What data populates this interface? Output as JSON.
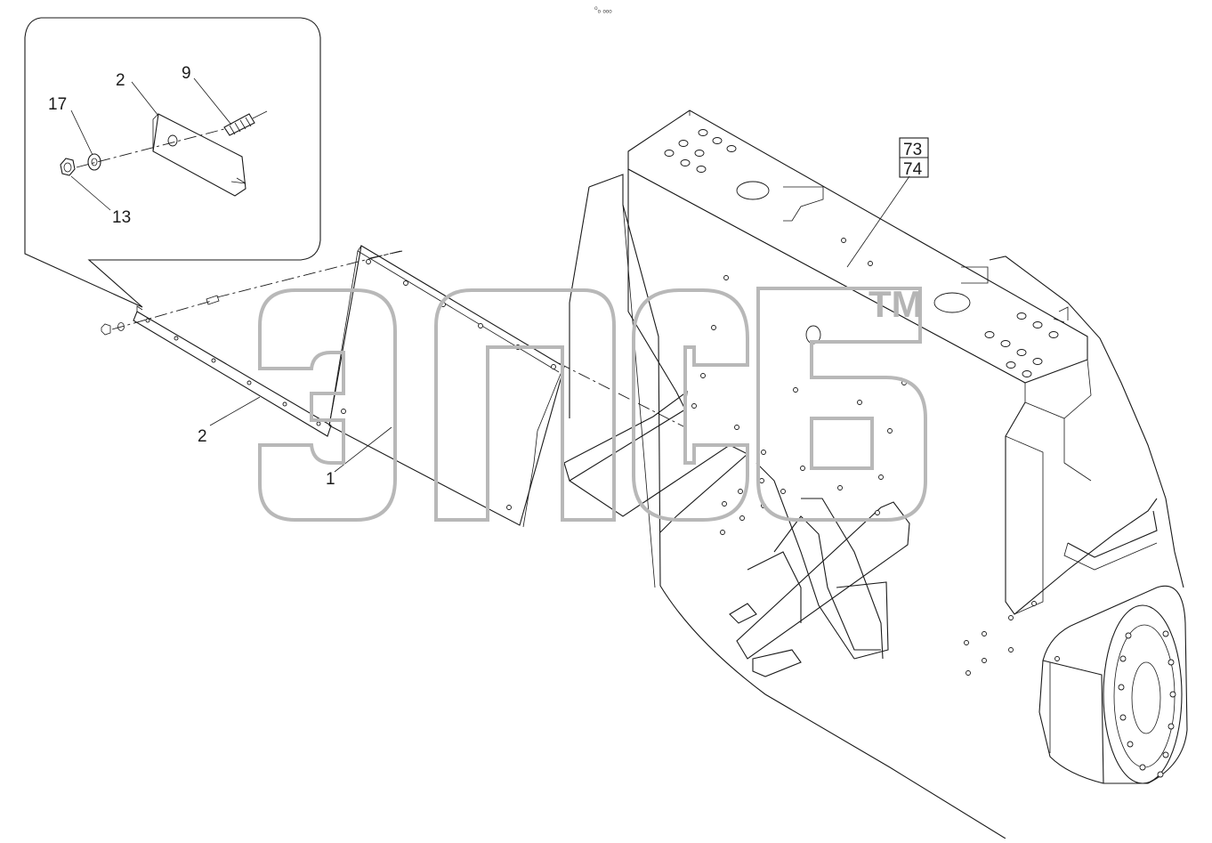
{
  "top_mark": "⁰ₒ ₒₒₒ",
  "watermark": {
    "text": "эпсб",
    "trademark": "TM"
  },
  "inset_callouts": {
    "c2": "2",
    "c9": "9",
    "c17": "17",
    "c13": "13"
  },
  "main_callouts": {
    "c2": "2",
    "c1": "1"
  },
  "ref_box": {
    "top": "73",
    "bottom": "74"
  }
}
